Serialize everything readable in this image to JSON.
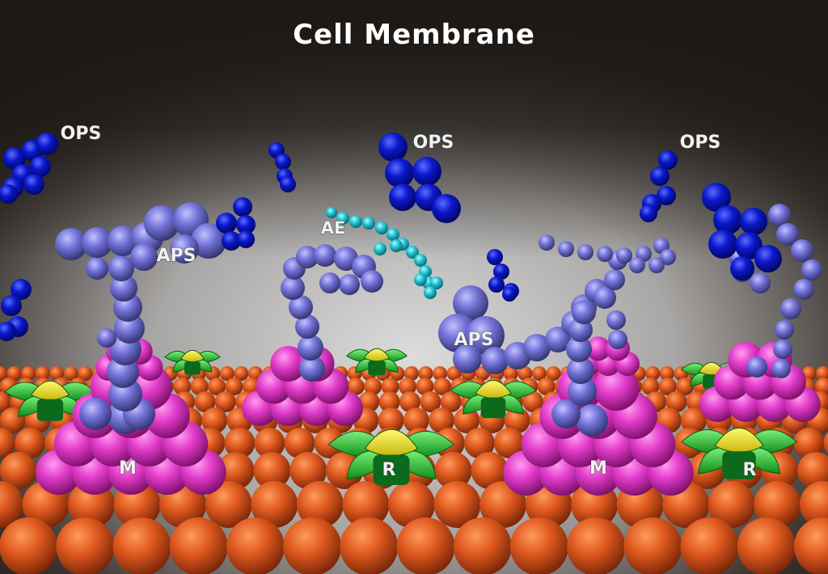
{
  "title": "Cell Membrane",
  "labels": {
    "ops_left": "OPS",
    "ops_center": "OPS",
    "ops_right": "OPS",
    "aps_left": "APS",
    "aps_center": "APS",
    "ae": "AE",
    "m_left": "M",
    "m_right": "M",
    "r_center": "R",
    "r_right": "R"
  },
  "colors": {
    "background_top": "#1e1a17",
    "background_glow": "#d4d4d4",
    "membrane_sphere": "#d7541c",
    "m_complex": "#e23cc7",
    "aps_chain": "#7070d8",
    "ops_cluster": "#0a16c8",
    "ae_chain": "#22c3d2",
    "receptor_outer": "#1fbf1f",
    "receptor_inner": "#e6e01e",
    "receptor_base": "#0a6a1a"
  }
}
